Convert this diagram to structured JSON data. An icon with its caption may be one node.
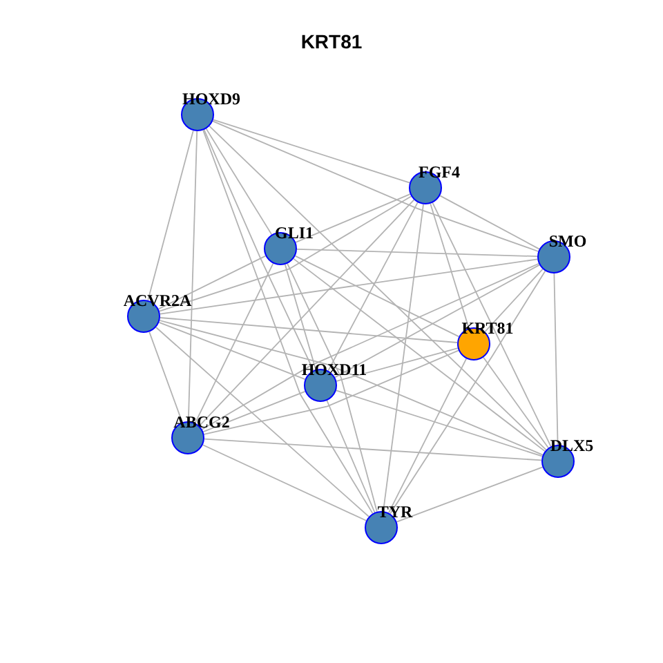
{
  "diagram": {
    "title": "KRT81",
    "nodes": [
      {
        "text": [
          "HOXD9"
        ]
      },
      {
        "text": [
          "FGF4"
        ]
      },
      {
        "text": [
          "GLI1"
        ]
      },
      {
        "text": [
          "SMO"
        ]
      },
      {
        "text": [
          "ACVR2A"
        ]
      },
      {
        "text": [
          "KRT81"
        ]
      },
      {
        "text": [
          "HOXD11"
        ]
      },
      {
        "text": [
          "ABCG2"
        ]
      },
      {
        "text": [
          "DLX5"
        ]
      },
      {
        "text": [
          "TYR"
        ]
      }
    ],
    "edges": [
      {
        "from": 0,
        "to": 1,
        "arrow": "none"
      },
      {
        "from": 0,
        "to": 3,
        "arrow": "none"
      },
      {
        "from": 0,
        "to": 2,
        "arrow": "none"
      },
      {
        "from": 0,
        "to": 6,
        "arrow": "none"
      },
      {
        "from": 0,
        "to": 9,
        "arrow": "none"
      },
      {
        "from": 0,
        "to": 8,
        "arrow": "none"
      },
      {
        "from": 0,
        "to": 4,
        "arrow": "none"
      },
      {
        "from": 0,
        "to": 7,
        "arrow": "none"
      },
      {
        "from": 1,
        "to": 2,
        "arrow": "none"
      },
      {
        "from": 1,
        "to": 4,
        "arrow": "none"
      },
      {
        "from": 1,
        "to": 7,
        "arrow": "none"
      },
      {
        "from": 1,
        "to": 6,
        "arrow": "none"
      },
      {
        "from": 1,
        "to": 9,
        "arrow": "none"
      },
      {
        "from": 1,
        "to": 5,
        "arrow": "none"
      },
      {
        "from": 1,
        "to": 8,
        "arrow": "none"
      },
      {
        "from": 1,
        "to": 3,
        "arrow": "none"
      },
      {
        "from": 2,
        "to": 3,
        "arrow": "none"
      },
      {
        "from": 2,
        "to": 4,
        "arrow": "none"
      },
      {
        "from": 2,
        "to": 7,
        "arrow": "none"
      },
      {
        "from": 2,
        "to": 6,
        "arrow": "none"
      },
      {
        "from": 2,
        "to": 9,
        "arrow": "none"
      },
      {
        "from": 2,
        "to": 8,
        "arrow": "none"
      },
      {
        "from": 2,
        "to": 5,
        "arrow": "none"
      },
      {
        "from": 3,
        "to": 4,
        "arrow": "none"
      },
      {
        "from": 3,
        "to": 6,
        "arrow": "none"
      },
      {
        "from": 3,
        "to": 7,
        "arrow": "none"
      },
      {
        "from": 3,
        "to": 5,
        "arrow": "none"
      },
      {
        "from": 3,
        "to": 9,
        "arrow": "none"
      },
      {
        "from": 3,
        "to": 8,
        "arrow": "none"
      },
      {
        "from": 4,
        "to": 5,
        "arrow": "none"
      },
      {
        "from": 4,
        "to": 6,
        "arrow": "none"
      },
      {
        "from": 4,
        "to": 8,
        "arrow": "none"
      },
      {
        "from": 4,
        "to": 7,
        "arrow": "none"
      },
      {
        "from": 4,
        "to": 9,
        "arrow": "none"
      },
      {
        "from": 5,
        "to": 6,
        "arrow": "none"
      },
      {
        "from": 5,
        "to": 9,
        "arrow": "none"
      },
      {
        "from": 5,
        "to": 8,
        "arrow": "none"
      },
      {
        "from": 5,
        "to": 7,
        "arrow": "none"
      },
      {
        "from": 6,
        "to": 7,
        "arrow": "none"
      },
      {
        "from": 6,
        "to": 9,
        "arrow": "none"
      },
      {
        "from": 6,
        "to": 8,
        "arrow": "none"
      },
      {
        "from": 7,
        "to": 8,
        "arrow": "none"
      },
      {
        "from": 7,
        "to": 9,
        "arrow": "none"
      },
      {
        "from": 9,
        "to": 8,
        "arrow": "none"
      }
    ]
  }
}
